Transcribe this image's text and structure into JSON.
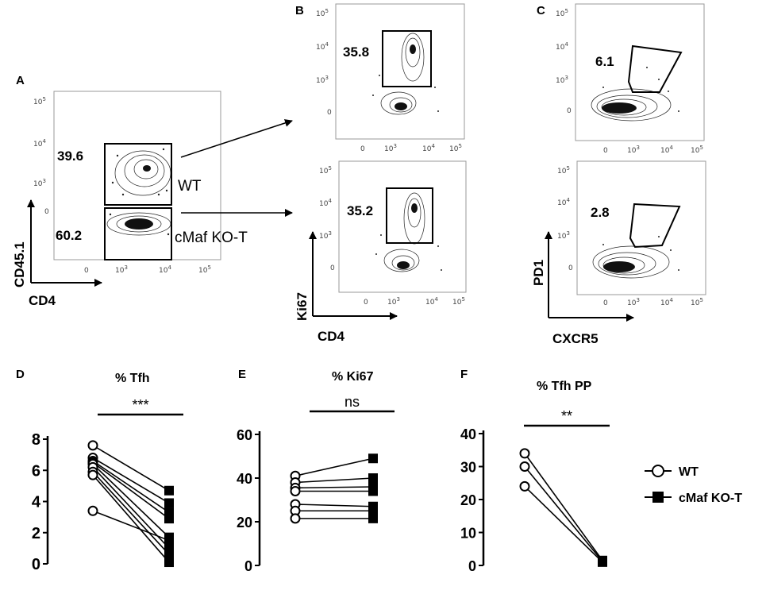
{
  "panels": {
    "A": {
      "label": "A",
      "xaxis": "CD4",
      "yaxis": "CD45.1",
      "yticks": [
        "10^5",
        "10^4",
        "10^3",
        "0"
      ],
      "xticks": [
        "0",
        "10^3",
        "10^4",
        "10^5"
      ],
      "gates": [
        {
          "value": "39.6",
          "name": "WT"
        },
        {
          "value": "60.2",
          "name": "cMaf KO-T"
        }
      ]
    },
    "B": {
      "label": "B",
      "xaxis": "CD4",
      "yaxis": "Ki67",
      "top": {
        "value": "35.8"
      },
      "bottom": {
        "value": "35.2"
      },
      "yticks": [
        "10^5",
        "10^4",
        "10^3",
        "0"
      ],
      "xticks": [
        "0",
        "10^3",
        "10^4",
        "10^5"
      ]
    },
    "C": {
      "label": "C",
      "xaxis": "CXCR5",
      "yaxis": "PD1",
      "top": {
        "value": "6.1"
      },
      "bottom": {
        "value": "2.8"
      },
      "yticks": [
        "10^5",
        "10^4",
        "10^3",
        "0"
      ],
      "xticks": [
        "0",
        "10^3",
        "10^4",
        "10^5"
      ]
    }
  },
  "legend": [
    {
      "label": "WT",
      "marker": "open-circle"
    },
    {
      "label": "cMaf KO-T",
      "marker": "filled-square"
    }
  ],
  "chart_data": [
    {
      "type": "scatter",
      "panel": "D",
      "title": "% Tfh",
      "significance": "***",
      "ylim": [
        0,
        8
      ],
      "yticks": [
        "0",
        "2",
        "4",
        "6",
        "8"
      ],
      "categories": [
        "WT",
        "cMaf KO-T"
      ],
      "pairs": [
        [
          7.6,
          4.7
        ],
        [
          6.8,
          3.9
        ],
        [
          6.6,
          3.3
        ],
        [
          6.5,
          2.9
        ],
        [
          6.4,
          1.7
        ],
        [
          6.2,
          1.0
        ],
        [
          5.9,
          0.6
        ],
        [
          5.7,
          0.1
        ],
        [
          3.4,
          1.5
        ]
      ]
    },
    {
      "type": "scatter",
      "panel": "E",
      "title": "% Ki67",
      "significance": "ns",
      "ylim": [
        0,
        60
      ],
      "yticks": [
        "0",
        "20",
        "40",
        "60"
      ],
      "categories": [
        "WT",
        "cMaf KO-T"
      ],
      "pairs": [
        [
          41,
          49
        ],
        [
          38,
          40
        ],
        [
          35.5,
          36
        ],
        [
          34,
          34
        ],
        [
          28,
          27
        ],
        [
          25,
          25
        ],
        [
          21.5,
          21.5
        ]
      ]
    },
    {
      "type": "scatter",
      "panel": "F",
      "title": "% Tfh PP",
      "significance": "**",
      "ylim": [
        0,
        40
      ],
      "yticks": [
        "0",
        "10",
        "20",
        "30",
        "40"
      ],
      "categories": [
        "WT",
        "cMaf KO-T"
      ],
      "pairs": [
        [
          34,
          1.5
        ],
        [
          30,
          1.2
        ],
        [
          24,
          1.0
        ]
      ]
    }
  ]
}
